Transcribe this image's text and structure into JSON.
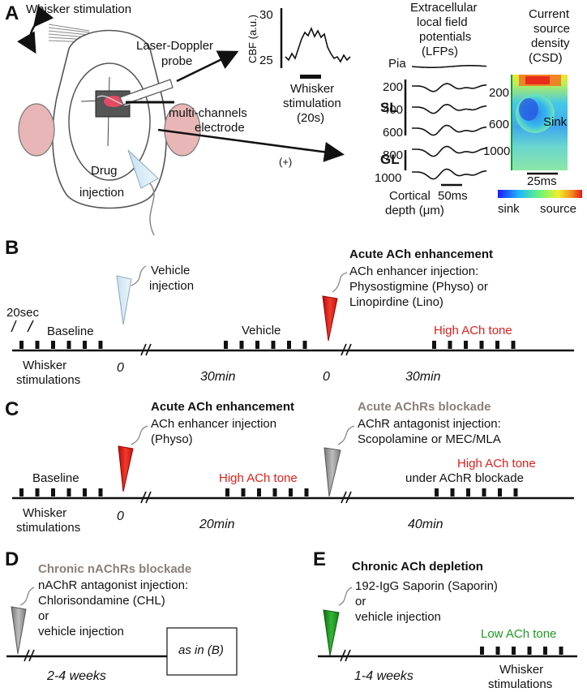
{
  "panelA": {
    "label": "A",
    "whisker_stimulation": "Whisker stimulation",
    "laser_doppler": [
      "Laser-Doppler",
      "probe"
    ],
    "electrode": [
      "multi-channels",
      "electrode"
    ],
    "drug_injection": [
      "Drug",
      "injection"
    ],
    "plus": "(+)",
    "cbf_ylabel": "CBF (a.u.)",
    "cbf_ticks": [
      "30",
      "25"
    ],
    "cbf_stim_label": [
      "Whisker",
      "stimulation",
      "(20s)"
    ],
    "lfp_title": [
      "Extracellular",
      "local field",
      "potentials",
      "(LFPs)"
    ],
    "lfp_pia": "Pia",
    "lfp_depths": [
      "200",
      "400",
      "600",
      "800",
      "1000"
    ],
    "lfp_sl": "SL",
    "lfp_gl": "GL",
    "lfp_scale": "50ms",
    "lfp_depth_label": [
      "Cortical",
      "depth (μm)"
    ],
    "csd_title": [
      "Current",
      "source",
      "density",
      "(CSD)"
    ],
    "csd_depths": [
      "200",
      "600",
      "1000"
    ],
    "csd_sink_label": "Sink",
    "csd_scale": "25ms",
    "csd_colorbar": [
      "sink",
      "source"
    ]
  },
  "panelB": {
    "label": "B",
    "vehicle_injection": [
      "Vehicle",
      "injection"
    ],
    "acute_title": "Acute ACh enhancement",
    "acute_lines": [
      "ACh enhancer injection:",
      "Physostigmine (Physo) or",
      "Linopirdine (Lino)"
    ],
    "interval": "20sec",
    "baseline": "Baseline",
    "vehicle": "Vehicle",
    "high_ach": "High ACh tone",
    "whisker": [
      "Whisker",
      "stimulations"
    ],
    "times": [
      "0",
      "30min",
      "0",
      "30min"
    ]
  },
  "panelC": {
    "label": "C",
    "acute_title": "Acute ACh enhancement",
    "acute_lines": [
      "ACh enhancer injection",
      "(Physo)"
    ],
    "block_title": "Acute AChRs blockade",
    "block_lines": [
      "AChR antagonist injection:",
      "Scopolamine or MEC/MLA"
    ],
    "baseline": "Baseline",
    "high_ach": "High ACh tone",
    "high_ach2": [
      "High ACh tone",
      "under AChR blockade"
    ],
    "whisker": [
      "Whisker",
      "stimulations"
    ],
    "times": [
      "0",
      "20min",
      "40min"
    ]
  },
  "panelD": {
    "label": "D",
    "title": "Chronic nAChRs blockade",
    "lines": [
      "nAChR antagonist injection:",
      "Chlorisondamine (CHL)",
      "or",
      "vehicle injection"
    ],
    "box": "as in (B)",
    "duration": "2-4 weeks"
  },
  "panelE": {
    "label": "E",
    "title": "Chronic ACh depletion",
    "lines": [
      "192-IgG Saporin (Saporin)",
      "or",
      "vehicle injection"
    ],
    "low_ach": "Low ACh tone",
    "duration": "1-4 weeks",
    "whisker": [
      "Whisker",
      "stimulations"
    ]
  },
  "colors": {
    "red": "#e0201b",
    "green": "#1e9a1e",
    "grey_title": "#8a7f7a",
    "light_blue": "#d6e9f5"
  }
}
